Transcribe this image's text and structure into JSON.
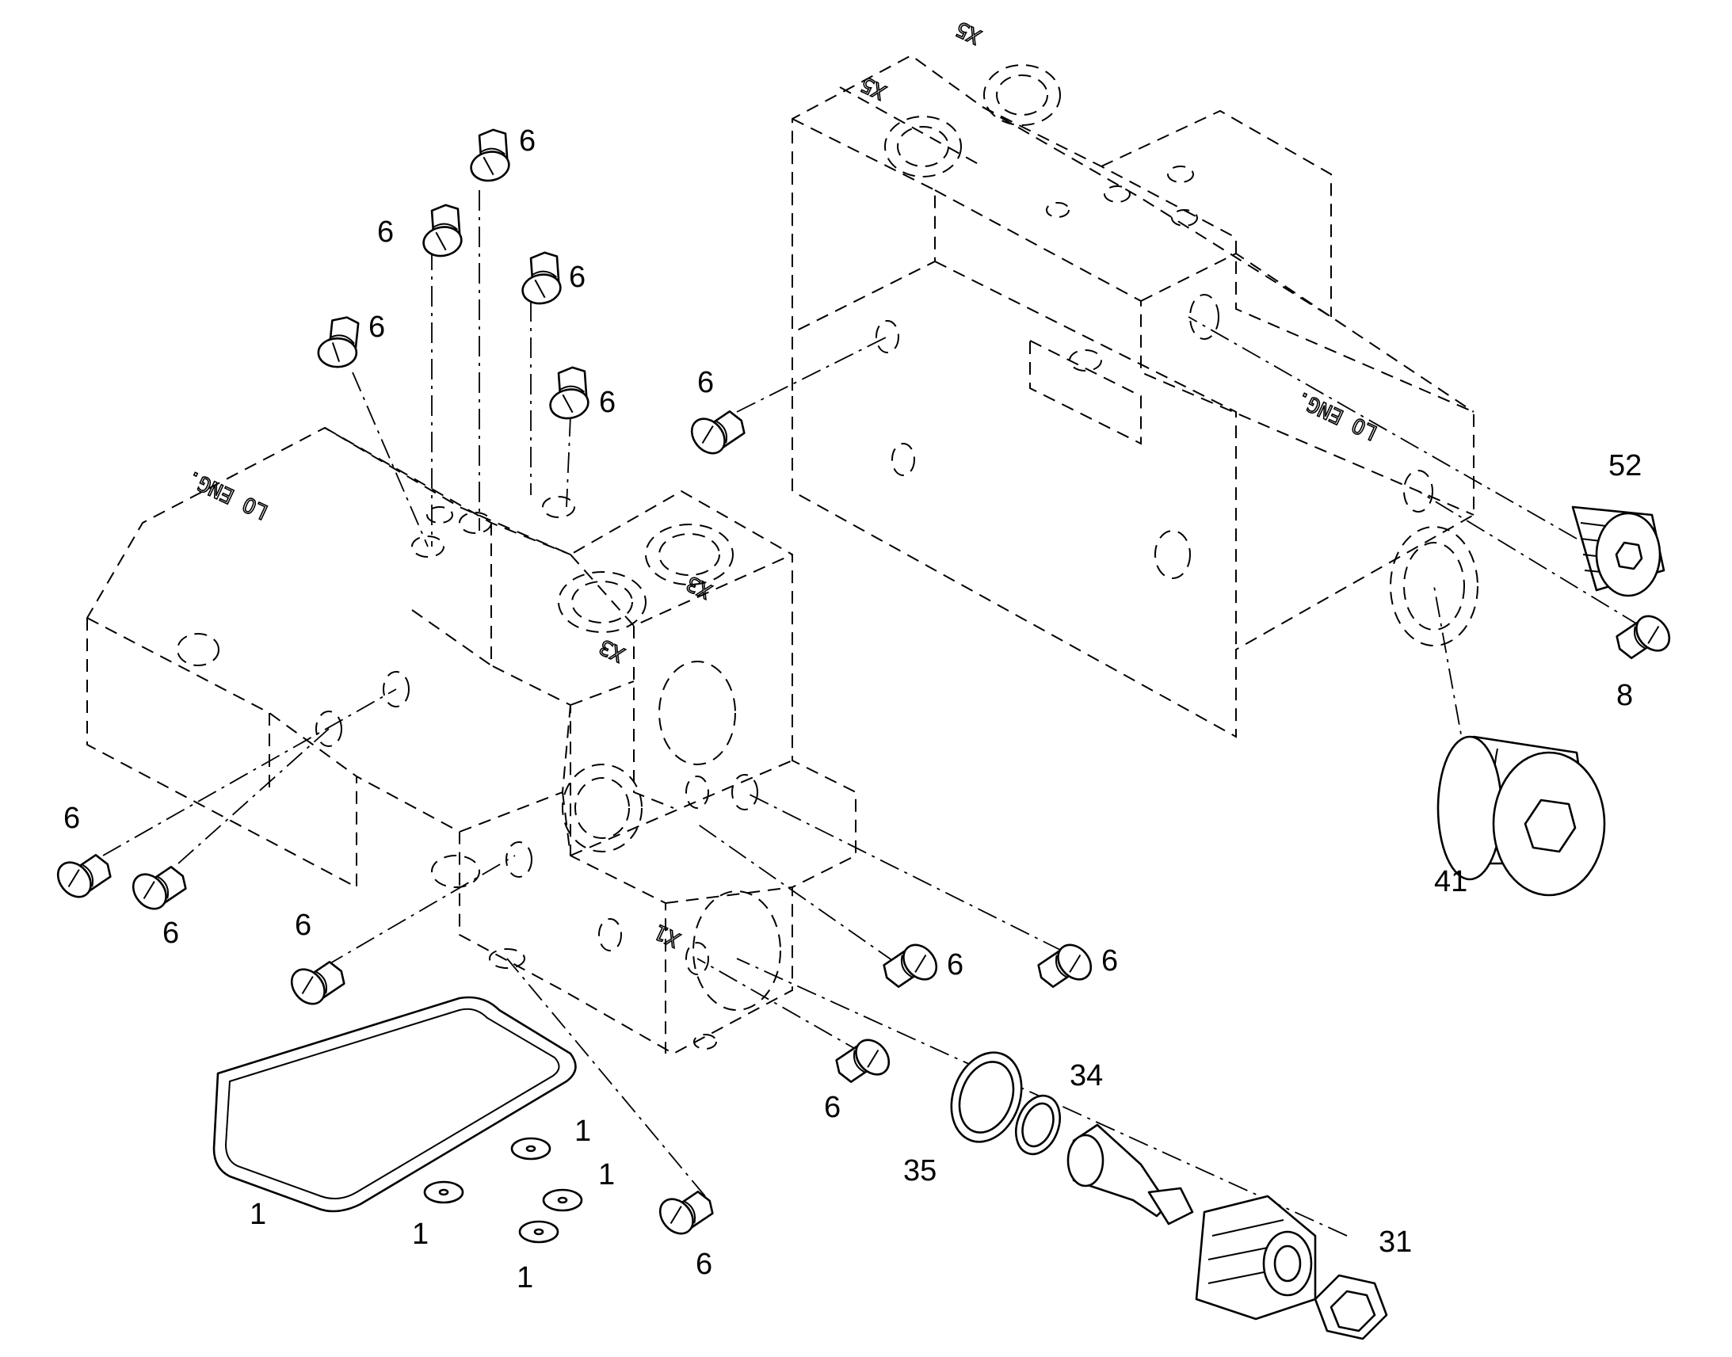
{
  "diagram": {
    "parts": [
      {
        "id": "gasket",
        "label": "1"
      },
      {
        "id": "washer-a",
        "label": "1"
      },
      {
        "id": "washer-b",
        "label": "1"
      },
      {
        "id": "washer-c",
        "label": "1"
      },
      {
        "id": "washer-d",
        "label": "1"
      },
      {
        "id": "plug-small",
        "label": "6"
      },
      {
        "id": "plug-small-alt",
        "label": "8"
      },
      {
        "id": "valve-body",
        "label": "31"
      },
      {
        "id": "oring-small",
        "label": "34"
      },
      {
        "id": "oring-large",
        "label": "35"
      },
      {
        "id": "plug-large",
        "label": "41"
      },
      {
        "id": "plug-medium",
        "label": "52"
      }
    ],
    "labels": {
      "l6a": "6",
      "l6b": "6",
      "l6c": "6",
      "l6d": "6",
      "l6e": "6",
      "l6f": "6",
      "l6g": "6",
      "l6h": "6",
      "l6i": "6",
      "l6j": "6",
      "l6k": "6",
      "l6l": "6",
      "l6m": "6",
      "l52": "52",
      "l8": "8",
      "l41": "41",
      "l34": "34",
      "l35": "35",
      "l31": "31",
      "l1a": "1",
      "l1b": "1",
      "l1c": "1",
      "l1d": "1",
      "l1e": "1"
    },
    "stamps": {
      "left_block": "LO ENG.",
      "right_block": "LO ENG.",
      "ports": [
        "X3",
        "X3",
        "X5",
        "X5",
        "X1"
      ]
    }
  }
}
